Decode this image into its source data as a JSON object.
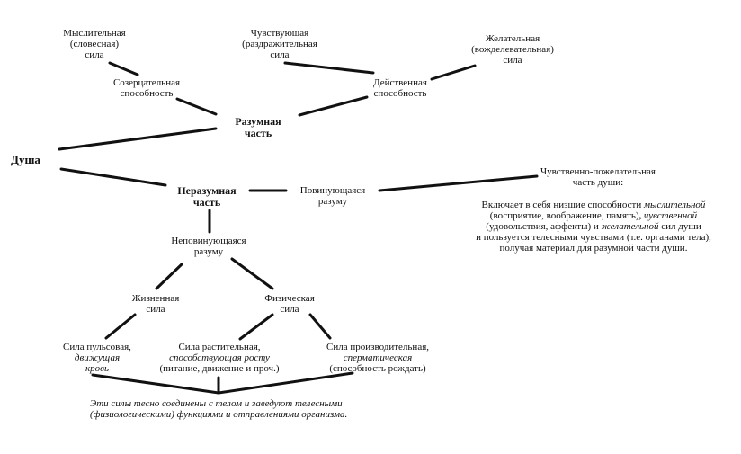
{
  "nodes": {
    "mysl": [
      "Мыслительная",
      "(словесная)",
      "сила"
    ],
    "chuv": [
      "Чувствующая",
      "(раздражительная",
      "сила"
    ],
    "zhel": [
      "Желательная",
      "(вожделевательная)",
      "сила"
    ],
    "sozer": [
      "Созерцательная",
      "способность"
    ],
    "deistv": [
      "Действенная",
      "способность"
    ],
    "razum": [
      "Разумная",
      "часть"
    ],
    "dusha": "Душа",
    "nerazum": [
      "Неразумная",
      "часть"
    ],
    "povin": [
      "Повинующаяся",
      "разуму"
    ],
    "nepovin": [
      "Неповинующаяся",
      "разуму"
    ],
    "zhizn": [
      "Жизненная",
      "сила"
    ],
    "fiz": [
      "Физическая",
      "сила"
    ],
    "puls": [
      "Сила пульсовая,",
      "движущая",
      "кровь"
    ],
    "rast": [
      "Сила растительная,",
      "способствующая росту",
      "(питание, движение и проч.)"
    ],
    "proizv": [
      "Сила производительная,",
      "сперматическая",
      "(способность рождать)"
    ]
  },
  "chuv_pozh": {
    "title": [
      "Чувственно-пожелательная",
      "часть души:"
    ],
    "l1a": "Включает в себя низшие способности ",
    "l1b": "мыслительной",
    "l2a": "(восприятие, воображение, память)",
    "l2b": ", ",
    "l2c": "чувственной",
    "l3a": "(удовольствия, аффекты) и ",
    "l3b": "желательной",
    "l3c": " сил души",
    "l4": "и пользуется телесными чувствами (т.е. органами тела),",
    "l5": "получая материал для разумной части души."
  },
  "note": [
    "Эти силы тесно соединены с телом и заведуют телесными",
    "(физиологическими) функциями и отправлениями организма."
  ]
}
